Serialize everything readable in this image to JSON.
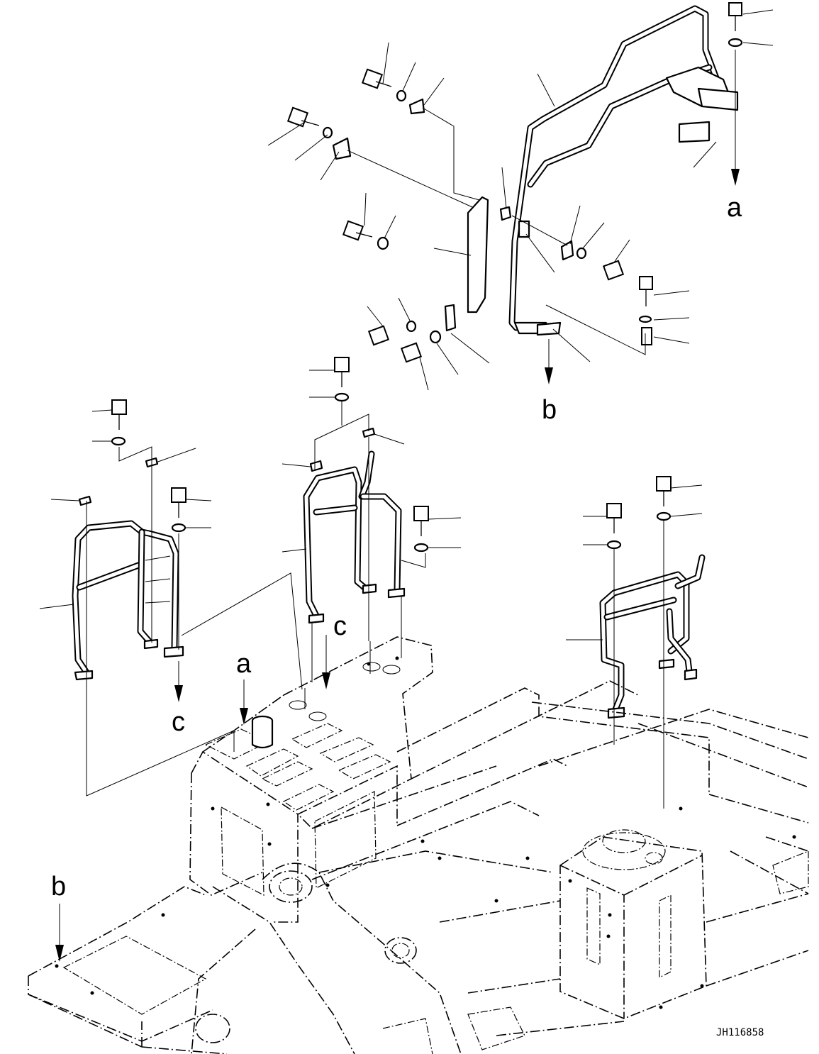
{
  "diagram": {
    "view_labels": {
      "a_top": "a",
      "b_top": "b",
      "c_left": "c",
      "c_mid": "c",
      "a_frame": "a",
      "b_frame": "b"
    },
    "drawing_code": "JH116858"
  }
}
